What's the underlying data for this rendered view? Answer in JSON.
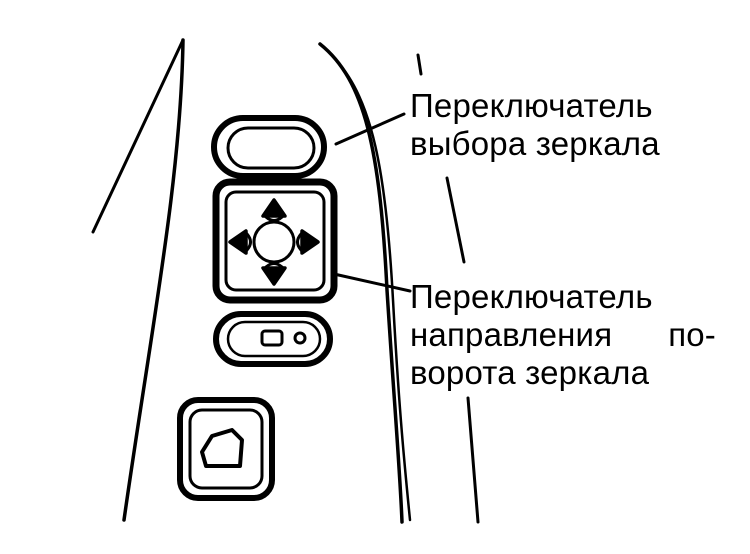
{
  "labels": {
    "mirror_select": {
      "line1": "Переключатель",
      "line2": "выбора зеркала"
    },
    "mirror_direction": {
      "line1": "Переключатель",
      "line2_a": "направления",
      "line2_b": "по-",
      "line3": "ворота зеркала"
    }
  },
  "colors": {
    "ink": "#000000",
    "paper": "#ffffff"
  },
  "icons": {
    "directional_pad": "four-way-arrow-pad",
    "window_lock": "rounded-square-button"
  }
}
